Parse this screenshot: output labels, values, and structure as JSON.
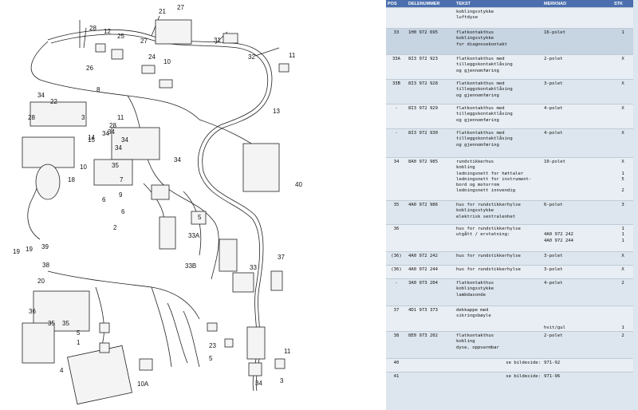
{
  "diagram": {
    "callouts": [
      "21",
      "27",
      "12",
      "25",
      "27",
      "24",
      "10",
      "31",
      "32",
      "11",
      "28",
      "34",
      "22",
      "26",
      "8",
      "3",
      "28",
      "34",
      "11",
      "13",
      "34",
      "35",
      "14",
      "28",
      "15",
      "10",
      "19",
      "18",
      "34",
      "34",
      "34",
      "9",
      "40",
      "6",
      "7",
      "6",
      "2",
      "5",
      "33A",
      "33B",
      "33",
      "37",
      "38",
      "19",
      "39",
      "20",
      "35",
      "36",
      "35",
      "5",
      "1",
      "4",
      "10A",
      "23",
      "5",
      "34",
      "3",
      "11"
    ],
    "highlight_callout": "33"
  },
  "table": {
    "headers": [
      "POS",
      "DELENUMMER",
      "TEKST",
      "MERKNAD",
      "STK"
    ],
    "rows": [
      {
        "pos": "",
        "part": "",
        "text": "koblingsstykke\nluftdyse",
        "note": "",
        "qty": ""
      },
      {
        "pos": "33",
        "part": "1H0 972 695",
        "text": "flatkontakthus\nkoblingsstykke\nfor diagnosekontakt",
        "note": "16-polet",
        "qty": "1"
      },
      {
        "pos": "33A",
        "part": "8I3 972 923",
        "text": "flatkontakthus med\ntilleggskontaktlåsing\nog gjennomføring",
        "note": "2-polet",
        "qty": "X"
      },
      {
        "pos": "33B",
        "part": "8I3 972 928",
        "text": "flatkontakthus med\ntilleggskontaktlåsing\nog gjennomføring",
        "note": "3-polet",
        "qty": "X"
      },
      {
        "pos": "-",
        "part": "8I3 972 929",
        "text": "flatkontakthus med\ntilleggskontaktlåsing\nog gjennomføring",
        "note": "4-polet",
        "qty": "X"
      },
      {
        "pos": "-",
        "part": "8I3 972 930",
        "text": "flatkontakthus med\ntilleggskontaktlåsing\nog gjennomføring",
        "note": "4-polet",
        "qty": "X"
      },
      {
        "pos": "34",
        "part": "8A0 972 985",
        "text": "rundstikkerhus\nkobling\nledningsnett for høttaler\nledningsnett for instrument-\nbord og motorrom\nledningsnett innvendig",
        "note": "10-polet",
        "qty": "X\n\n1\n5\n\n2"
      },
      {
        "pos": "35",
        "part": "4A0 972 986",
        "text": "hus for rundstikkerhylse\nkoblingsstykke\nelektrisk sentralenhet",
        "note": "6-polet",
        "qty": "3"
      },
      {
        "pos": "36",
        "part": "",
        "text": "hus for rundstikkerhylse\n        utgått / erstatning:",
        "note": "\n4A0 972 242\n4A0 972 244",
        "qty": "1\n1\n1"
      },
      {
        "pos": "(36)",
        "part": "4A0 972 242",
        "text": "hus for rundstikkerhylse",
        "note": "3-polet",
        "qty": "X"
      },
      {
        "pos": "(36)",
        "part": "4A0 972 244",
        "text": "hus for rundstikkerhylse",
        "note": "3-polet",
        "qty": "X"
      },
      {
        "pos": "-",
        "part": "3A0 973 204",
        "text": "flatkontakthus\nkoblingsstykke\nlambdasonde",
        "note": "4-polet",
        "qty": "2"
      },
      {
        "pos": "37",
        "part": "4D1 973 373",
        "text": "dekkappe med\nsikringsbøyle\n\n",
        "note": "\n\n\nhvit/gul",
        "qty": "\n\n\n1"
      },
      {
        "pos": "38",
        "part": "8E0 973 202",
        "text": "flatkontakthus\nkobling\ndyse, oppvarmbar",
        "note": "2-polet",
        "qty": "2"
      },
      {
        "pos": "40",
        "part": "",
        "text": "se bildeside:",
        "note": "971-92",
        "qty": ""
      },
      {
        "pos": "41",
        "part": "",
        "text": "se bildeside:",
        "note": "971-96",
        "qty": ""
      }
    ]
  }
}
